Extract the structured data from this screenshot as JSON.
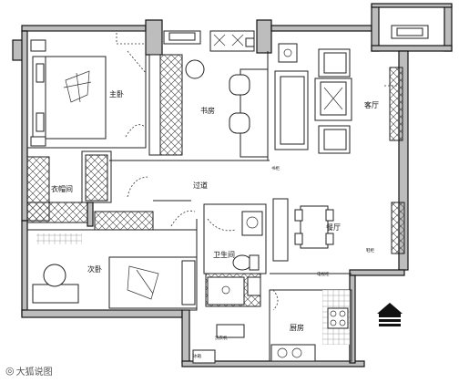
{
  "rooms": {
    "master_bedroom": "主卧",
    "study": "书房",
    "living_room": "客厅",
    "walk_in_closet": "衣帽间",
    "corridor": "过道",
    "dining_room": "餐厅",
    "bathroom": "卫生间",
    "second_bedroom": "次卧",
    "kitchen": "厨房"
  },
  "small_labels": {
    "cabinet_study": "书柜",
    "shoe_cabinet": "鞋柜",
    "tv_cabinet": "电视柜",
    "fridge": "冰箱",
    "washing_machine": "洗衣机"
  },
  "watermark": {
    "text": "大狐说图"
  }
}
